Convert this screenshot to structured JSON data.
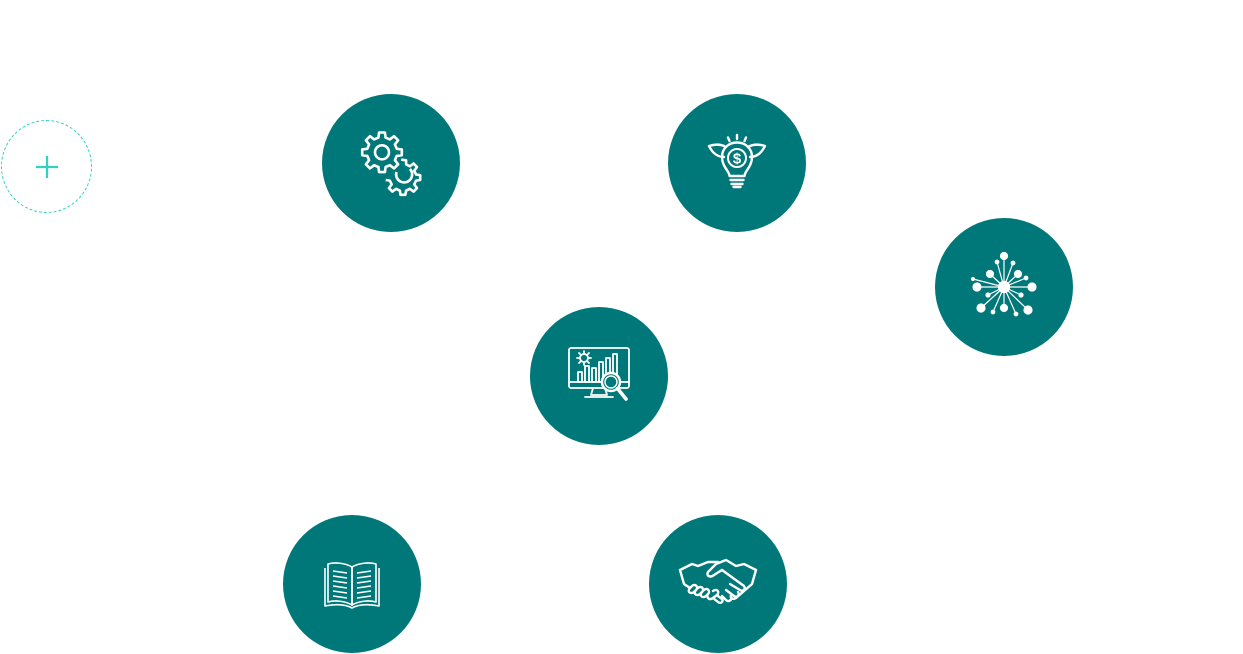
{
  "theme": {
    "node_color": "#00787a",
    "icon_color": "#ffffff",
    "add_accent": "#2fd1c1",
    "background": "#ffffff"
  },
  "add_button": {
    "icon": "plus-icon"
  },
  "nodes": [
    {
      "id": "gears",
      "icon": "gears-icon"
    },
    {
      "id": "idea",
      "icon": "money-lightbulb-icon"
    },
    {
      "id": "network",
      "icon": "network-burst-icon"
    },
    {
      "id": "analytics",
      "icon": "analytics-monitor-icon"
    },
    {
      "id": "book",
      "icon": "open-book-icon"
    },
    {
      "id": "handshake",
      "icon": "handshake-icon"
    }
  ]
}
